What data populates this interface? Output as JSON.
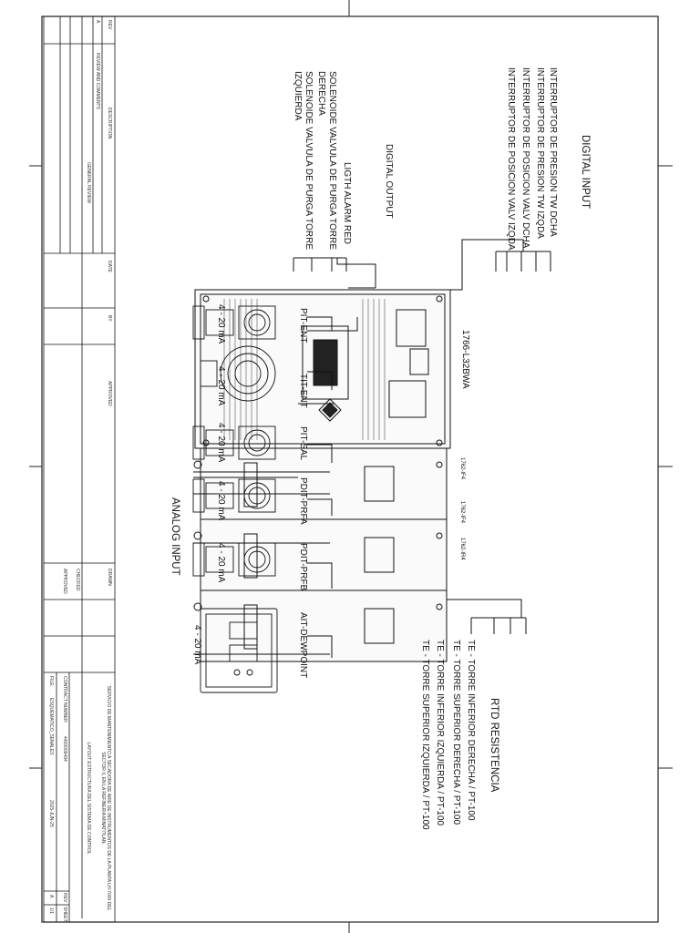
{
  "digital_input": {
    "title": "DIGITAL INPUT",
    "items": [
      "INTERRUPTOR DE PRESION TW DCHA",
      "INTERRUPTOR DE PRESION TW IZQDA",
      "INTERRUPTOR DE POSICION VALV DCHA",
      "INTERRUPTOR DE POSICION VALV IZQDA"
    ]
  },
  "digital_output": {
    "title": "DIGITAL OUTPUT",
    "items": [
      "LIGTH ALARM RED",
      "SOLENOIDE VALVULA DE PURGA TORRE",
      "DERECHA",
      "SOLENOIDE VALVULA DE PURGA TORRE",
      "IZQUIERDA"
    ]
  },
  "plc": {
    "model": "1766-L32BWA",
    "modules": [
      "1762-IF4",
      "1762-IF4",
      "1762-IR4"
    ]
  },
  "analog_input": {
    "title": "ANALOG INPUT",
    "instruments": [
      {
        "tag": "PIT-ENT",
        "signal": "4 - 20 mA"
      },
      {
        "tag": "TIT-ENT",
        "signal": "4 - 20 mA"
      },
      {
        "tag": "PIT-SAL",
        "signal": "4 - 20 mA"
      },
      {
        "tag": "PDIT-PRFA",
        "signal": "4 - 20 mA"
      },
      {
        "tag": "PDIT-PRFB",
        "signal": "4 - 20 mA"
      },
      {
        "tag": "AIT-DEWPOINT",
        "signal": "4 - 20 mA"
      }
    ]
  },
  "rtd": {
    "title": "RTD RESISTENCIA",
    "items": [
      "TE - TORRE INFERIOR DERECHA / PT-100",
      "TE - TORRE SUPERIOR DERECHA / PT-100",
      "TE - TORRE INFERIOR IZQUIERDA / PT-100",
      "TE - TORRE SUPERIOR IZQUIERDA / PT-100"
    ]
  },
  "title_block": {
    "revision_headers": [
      "REV",
      "DESCRIPTION",
      "DATE",
      "BY",
      "APPROVED"
    ],
    "revision_row": [
      "A",
      "REVIEW AND COMMENTS",
      "",
      "",
      ""
    ],
    "general_review": "GENERAL REVIEW",
    "drawn": "DRAWN",
    "checked": "CHECKED",
    "approved": "APPROVED",
    "project_title": "SERVICIO DE MANTENIMIENTO A SECADORA DE AIRE DE INSTRUMENTOS DE LA PLANTA LH-7000 DEL SECTOR II, EN LA REFINERIA MINATITLAN.",
    "drawing_title": "LAYOUT ESTRUCTURA DEL SISTEMA DE CONTROL",
    "contract_label": "CONTRACT NUMBER",
    "contract_number": "4400009494",
    "file_label": "FILE:",
    "file_name": "ESQUEMATICO_SENALES",
    "date": "2025-JUN-25",
    "rev_label": "REV",
    "rev_value": "A",
    "sheet_label": "SHEET",
    "sheet_value": "1/1"
  }
}
